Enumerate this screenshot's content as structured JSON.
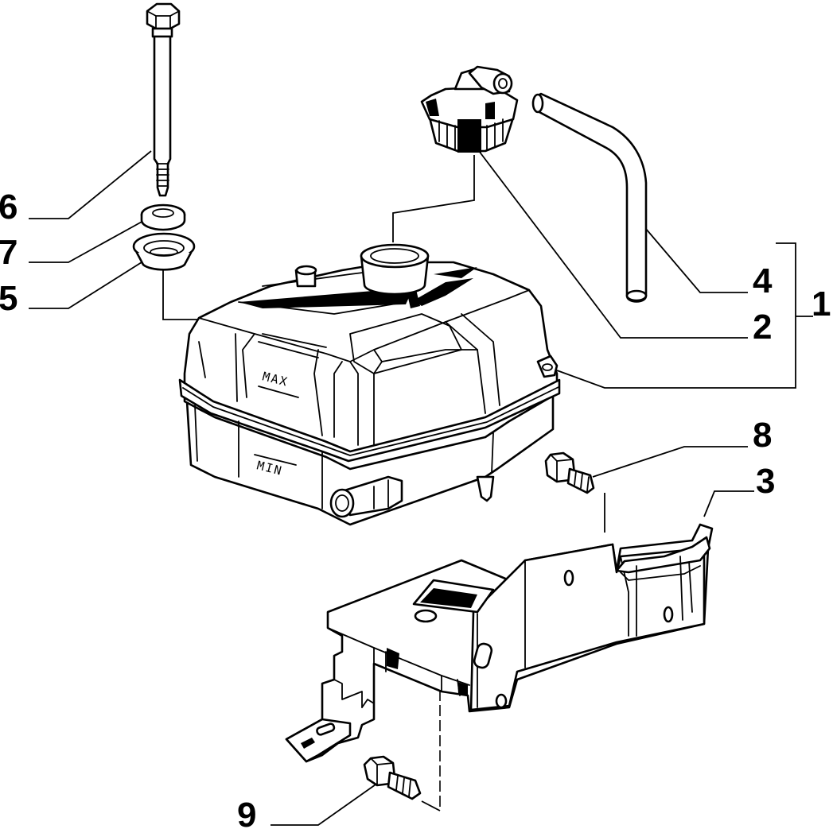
{
  "callouts": {
    "c1": "1",
    "c2": "2",
    "c3": "3",
    "c4": "4",
    "c5": "5",
    "c6": "6",
    "c7": "7",
    "c8": "8",
    "c9": "9"
  },
  "tank": {
    "max_label": "MAX",
    "min_label": "MIN"
  }
}
